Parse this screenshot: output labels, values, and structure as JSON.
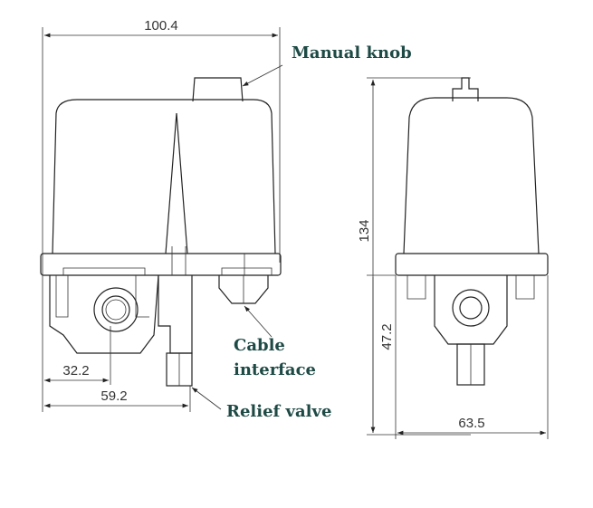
{
  "dimensions": {
    "width_front": "100.4",
    "height": "134",
    "lower_height": "47.2",
    "width_side": "63.5",
    "port_offset": "32.2",
    "valve_offset": "59.2"
  },
  "labels": {
    "manual_knob": "Manual knob",
    "cable_interface_line1": "Cable",
    "cable_interface_line2": "interface",
    "relief_valve": "Relief valve"
  },
  "colors": {
    "label": "#1e4a45",
    "lines": "#222222"
  }
}
